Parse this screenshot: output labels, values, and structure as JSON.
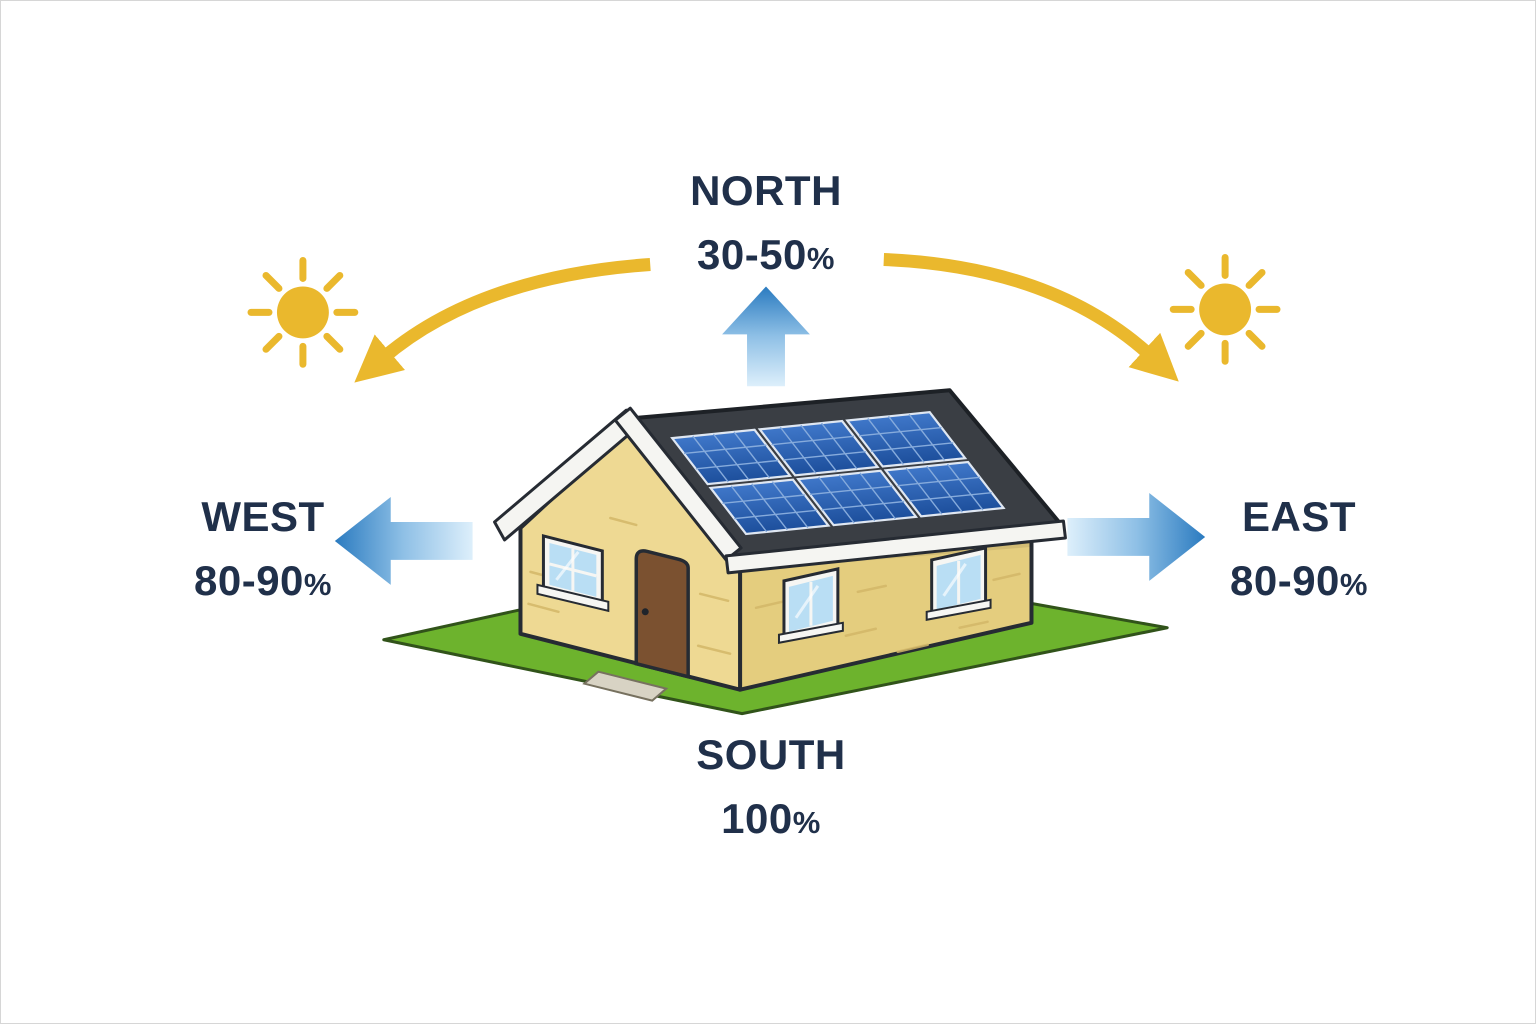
{
  "directions": {
    "north": {
      "label": "NORTH",
      "value": "30-50",
      "unit": "%"
    },
    "west": {
      "label": "WEST",
      "value": "80-90",
      "unit": "%"
    },
    "east": {
      "label": "EAST",
      "value": "80-90",
      "unit": "%"
    },
    "south": {
      "label": "SOUTH",
      "value": "100",
      "unit": "%"
    }
  },
  "icons": {
    "sun_west": "sun-icon",
    "sun_east": "sun-icon",
    "sun_path_west": "curved-arrow-icon",
    "sun_path_east": "curved-arrow-icon",
    "arrow_north": "up-arrow-icon",
    "arrow_west": "left-arrow-icon",
    "arrow_east": "right-arrow-icon",
    "house": "house-with-solar-panels-illustration"
  },
  "colors": {
    "text_navy": "#20304a",
    "arrow_blue": "#2b7bc0",
    "arrow_blue_light": "#ddeffb",
    "sun_yellow": "#eab82d",
    "grass_green": "#6db32d",
    "roof_charcoal": "#3a3e44",
    "panel_blue": "#1d4f9c",
    "wall_tan": "#eed993"
  }
}
